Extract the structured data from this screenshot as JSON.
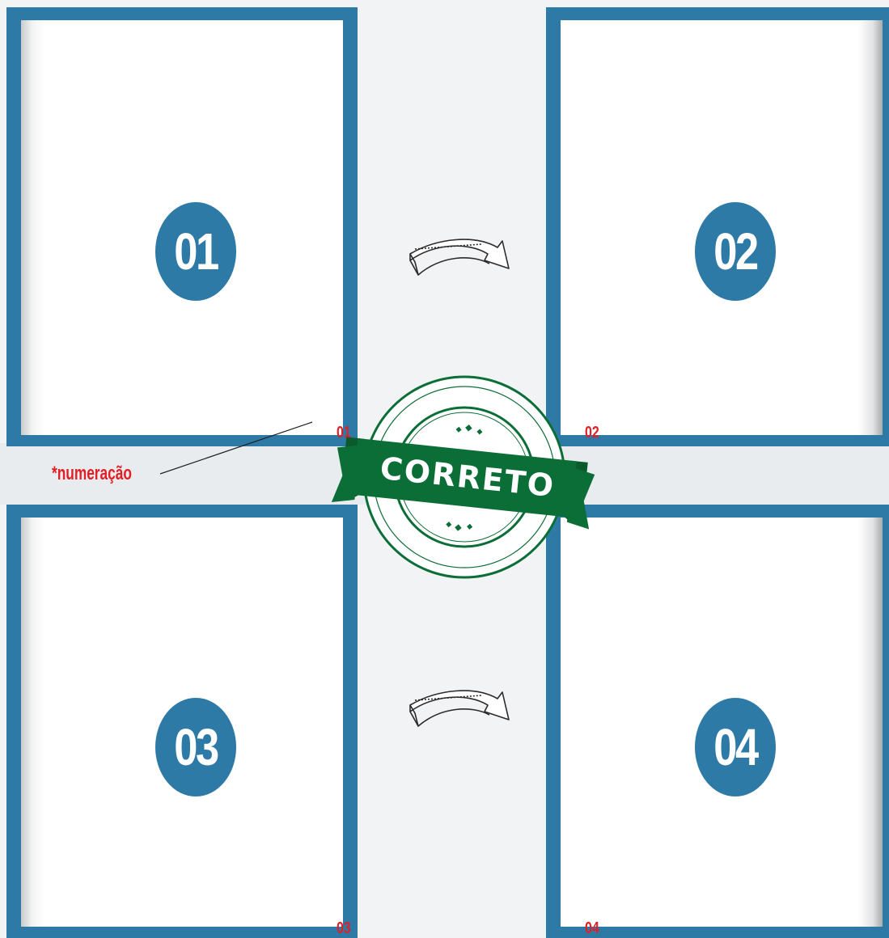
{
  "pages": [
    {
      "big_number": "01",
      "page_number": "01"
    },
    {
      "big_number": "02",
      "page_number": "02"
    },
    {
      "big_number": "03",
      "page_number": "03"
    },
    {
      "big_number": "04",
      "page_number": "04"
    }
  ],
  "annotation": {
    "label": "*numeração"
  },
  "stamp": {
    "label": "CORRETO"
  },
  "colors": {
    "frame_blue": "#2e7aa6",
    "accent_red": "#e02026",
    "stamp_green": "#0c6e37"
  },
  "icons": [
    "arrow-right-icon",
    "arrow-right-icon"
  ]
}
